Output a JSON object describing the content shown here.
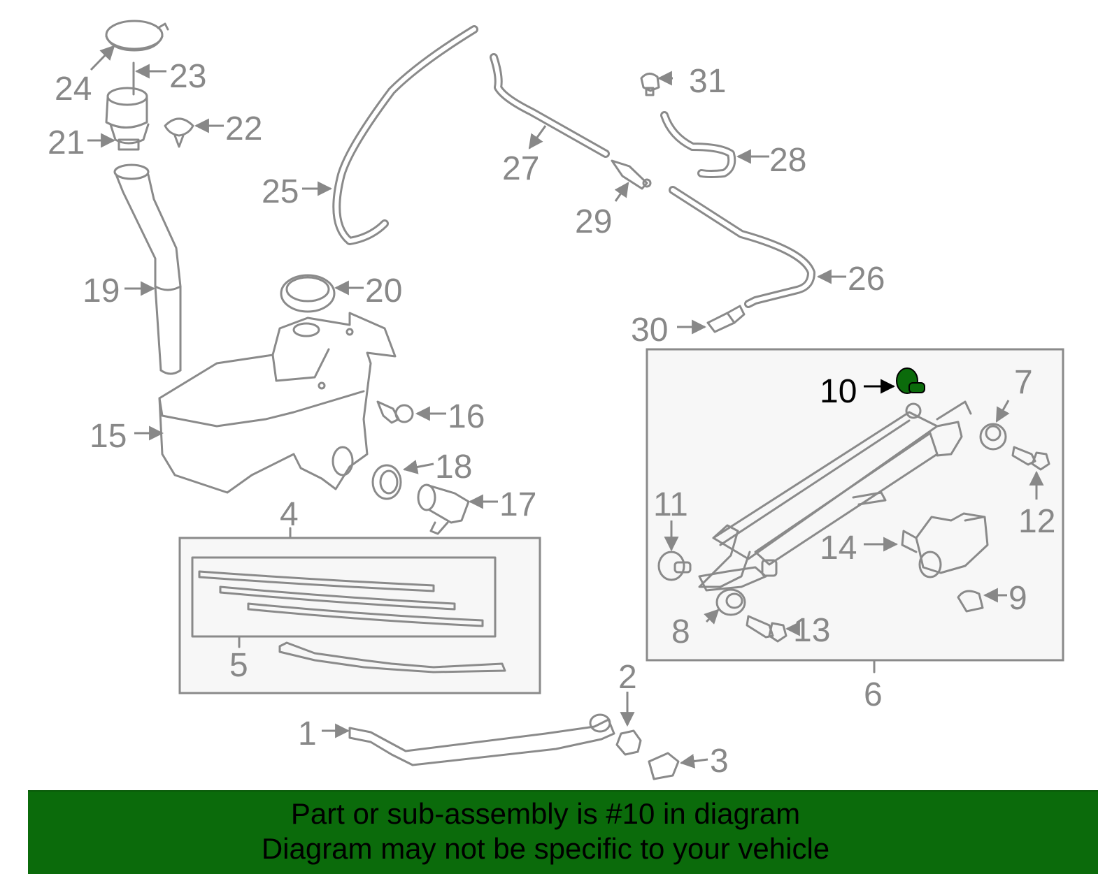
{
  "diagram": {
    "highlight_color": "#0b6b0b",
    "highlight_part": "10",
    "callouts": {
      "c1": "1",
      "c2": "2",
      "c3": "3",
      "c4": "4",
      "c5": "5",
      "c6": "6",
      "c7": "7",
      "c8": "8",
      "c9": "9",
      "c10": "10",
      "c11": "11",
      "c12": "12",
      "c13": "13",
      "c14": "14",
      "c15": "15",
      "c16": "16",
      "c17": "17",
      "c18": "18",
      "c19": "19",
      "c20": "20",
      "c21": "21",
      "c22": "22",
      "c23": "23",
      "c24": "24",
      "c25": "25",
      "c26": "26",
      "c27": "27",
      "c28": "28",
      "c29": "29",
      "c30": "30",
      "c31": "31"
    }
  },
  "banner": {
    "line1": "Part or sub-assembly is #10 in diagram",
    "line2": "Diagram may not be specific to your vehicle",
    "background": "#0b6b0b"
  }
}
